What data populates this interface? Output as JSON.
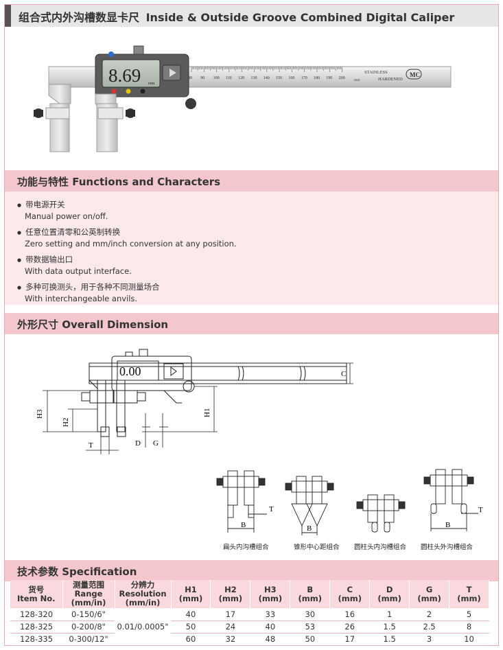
{
  "title": {
    "cn": "组合式内外沟槽数显卡尺",
    "en": "Inside & Outside Groove Combined Digital Caliper"
  },
  "hero": {
    "display_reading": "8.69",
    "display_unit": "mm",
    "stainless": "STAINLESS",
    "hardened": "HARDENED",
    "brand": "MC",
    "scale_unit": "mm",
    "scale_labels": [
      "80",
      "90",
      "100",
      "110",
      "120",
      "130",
      "140",
      "150",
      "160",
      "170",
      "180",
      "190",
      "200"
    ]
  },
  "functions": {
    "header": "功能与特性 Functions and Characters",
    "items": [
      {
        "cn": "带电源开关",
        "en": "Manual power on/off."
      },
      {
        "cn": "任意位置清零和公英制转换",
        "en": "Zero setting and mm/inch conversion at any position."
      },
      {
        "cn": "带数据输出口",
        "en": "With data output interface."
      },
      {
        "cn": "多种可换测头，用于各种不同测量场合",
        "en": "With interchangeable anvils."
      }
    ]
  },
  "dimension": {
    "header": "外形尺寸 Overall Dimension",
    "display_reading": "0.00",
    "labels": {
      "C": "C",
      "H1": "H1",
      "H2": "H2",
      "H3": "H3",
      "T": "T",
      "D": "D",
      "G": "G",
      "B": "B"
    },
    "captions": [
      "扁头内沟槽组合",
      "锥形中心距组合",
      "圆柱头内沟槽组合",
      "圆柱头外沟槽组合"
    ]
  },
  "spec": {
    "header": "技术参数 Specification",
    "columns": [
      {
        "cn": "货号",
        "en": "Item No."
      },
      {
        "cn": "测量范围",
        "en": "Range",
        "en2": "(mm/in)"
      },
      {
        "cn": "分辨力",
        "en": "Resolution",
        "en2": "(mm/in)"
      },
      {
        "cn": "H1",
        "en": "(mm)"
      },
      {
        "cn": "H2",
        "en": "(mm)"
      },
      {
        "cn": "H3",
        "en": "(mm)"
      },
      {
        "cn": "B",
        "en": "(mm)"
      },
      {
        "cn": "C",
        "en": "(mm)"
      },
      {
        "cn": "D",
        "en": "(mm)"
      },
      {
        "cn": "G",
        "en": "(mm)"
      },
      {
        "cn": "T",
        "en": "(mm)"
      }
    ],
    "resolution": "0.01/0.0005\"",
    "rows": [
      {
        "item": "128-320",
        "range": "0-150/6\"",
        "h1": "40",
        "h2": "17",
        "h3": "33",
        "b": "30",
        "c": "16",
        "d": "1",
        "g": "2",
        "t": "5"
      },
      {
        "item": "128-325",
        "range": "0-200/8\"",
        "h1": "50",
        "h2": "24",
        "h3": "40",
        "b": "53",
        "c": "26",
        "d": "1.5",
        "g": "2.5",
        "t": "8"
      },
      {
        "item": "128-335",
        "range": "0-300/12\"",
        "h1": "60",
        "h2": "32",
        "h3": "48",
        "b": "50",
        "c": "17",
        "d": "1.5",
        "g": "3",
        "t": "10"
      }
    ]
  }
}
